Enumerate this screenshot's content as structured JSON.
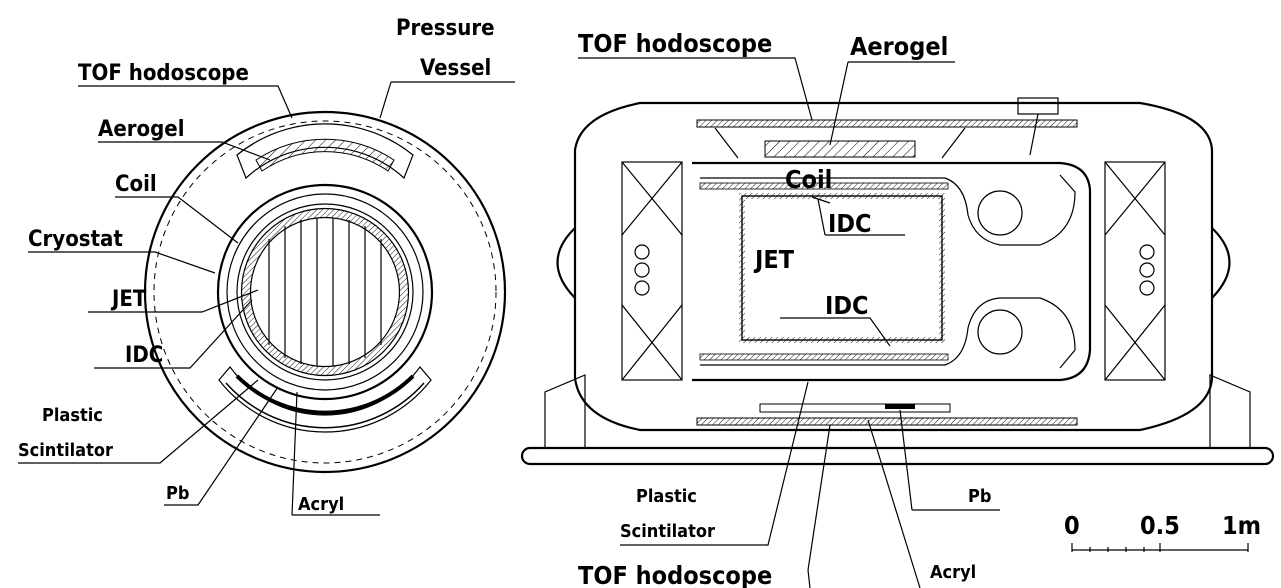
{
  "left_view": {
    "labels": {
      "pressure_vessel_1": "Pressure",
      "pressure_vessel_2": "Vessel",
      "tof": "TOF hodoscope",
      "aerogel": "Aerogel",
      "coil": "Coil",
      "cryostat": "Cryostat",
      "jet": "JET",
      "idc": "IDC",
      "plastic_1": "Plastic",
      "plastic_2": "Scintilator",
      "pb": "Pb",
      "acryl": "Acryl"
    }
  },
  "right_view": {
    "labels": {
      "tof_top": "TOF hodoscope",
      "aerogel": "Aerogel",
      "coil": "Coil",
      "idc_top": "IDC",
      "jet": "JET",
      "idc_bottom": "IDC",
      "plastic_1": "Plastic",
      "plastic_2": "Scintilator",
      "pb": "Pb",
      "tof_bottom": "TOF hodoscope",
      "acryl": "Acryl"
    }
  },
  "scale_bar": {
    "zero": "0",
    "half": "0.5",
    "one": "1m"
  }
}
